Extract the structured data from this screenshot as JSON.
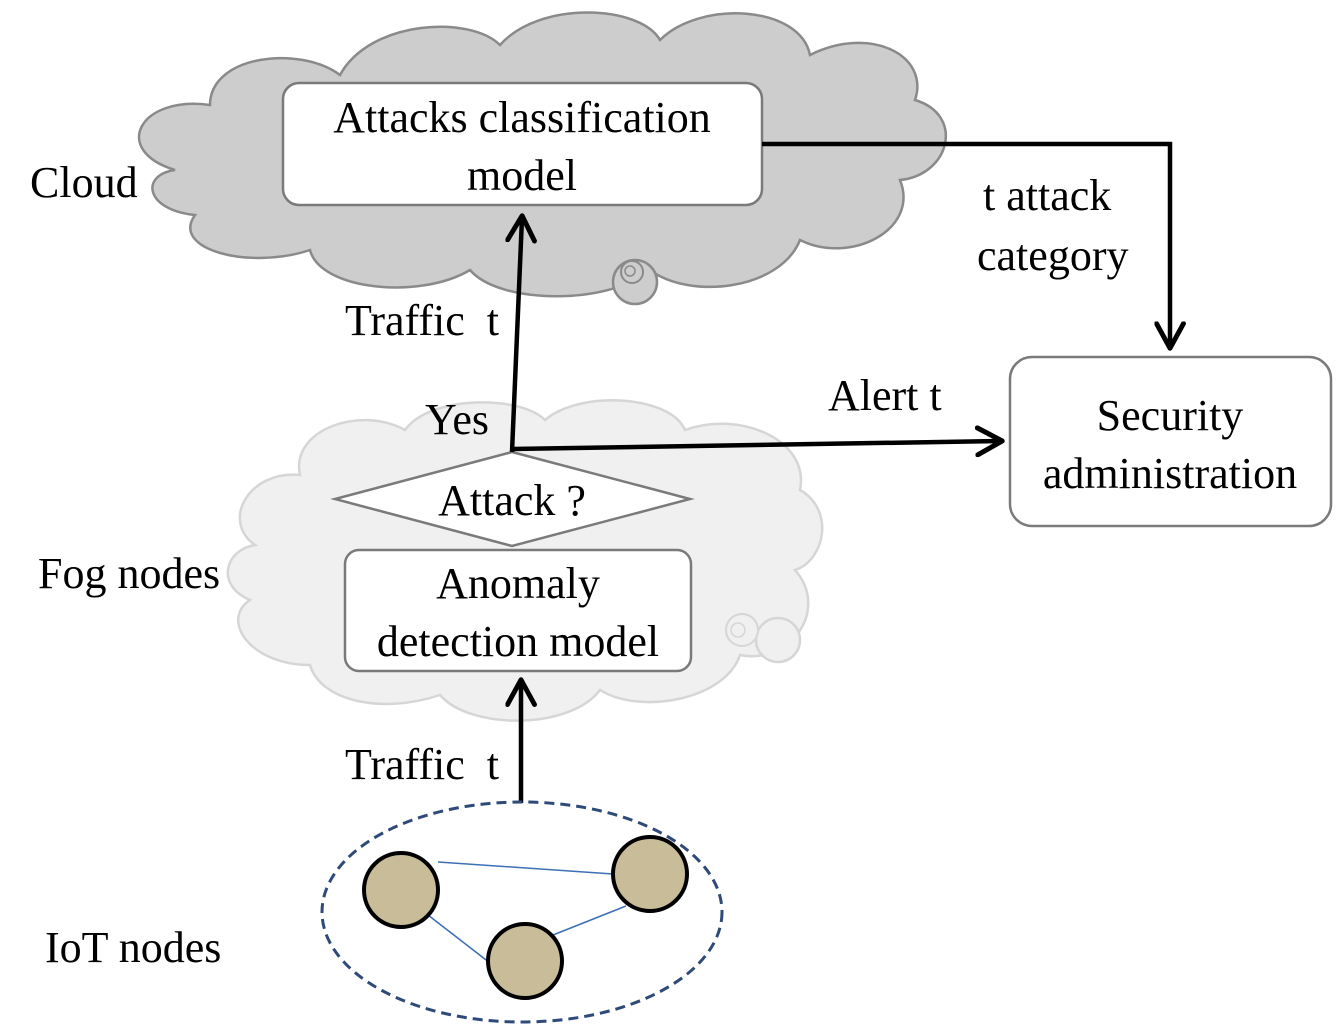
{
  "tiers": {
    "cloud": "Cloud",
    "fog": "Fog nodes",
    "iot": "IoT nodes"
  },
  "boxes": {
    "classification": [
      "Attacks classification",
      "model"
    ],
    "anomaly": [
      "Anomaly",
      "detection model"
    ],
    "security": [
      "Security",
      "administration"
    ]
  },
  "decision": "Attack ?",
  "edges": {
    "traffic_up_cloud": "Traffic  t",
    "traffic_up_fog": "Traffic  t",
    "yes": "Yes",
    "alert": "Alert t",
    "category": [
      "t attack",
      "category"
    ]
  },
  "colors": {
    "cloud_fill": "#cdcdcd",
    "cloud_stroke": "#8a8a8a",
    "fog_fill": "#f0f0f0",
    "fog_stroke": "#d6d6d6",
    "box_stroke": "#7a7a7a",
    "iot_node_fill": "#c8bd98",
    "iot_ring": "#2e4a78",
    "iot_link": "#3d6fb5"
  }
}
